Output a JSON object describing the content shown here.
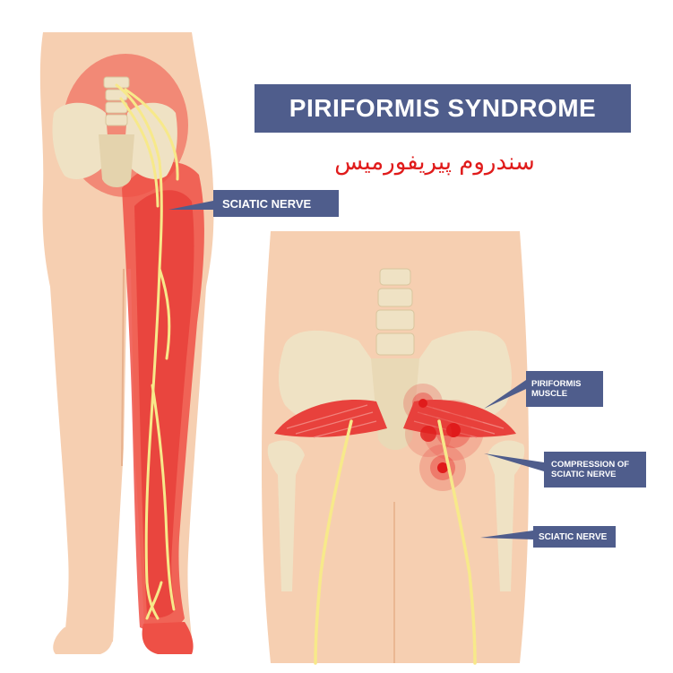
{
  "title": "PIRIFORMIS SYNDROME",
  "subtitle": "سندروم پیریفورمیس",
  "labels": {
    "sciatic_nerve_main": "SCIATIC NERVE",
    "piriformis_muscle_line1": "PIRIFORMIS",
    "piriformis_muscle_line2": "MUSCLE",
    "compression_line1": "COMPRESSION OF",
    "compression_line2": "SCIATIC NERVE",
    "sciatic_nerve_detail": "SCIATIC NERVE"
  },
  "colors": {
    "skin": "#f6cfb1",
    "skin_shadow": "#efbf9c",
    "bone": "#efe2c4",
    "bone_shadow": "#d8c59d",
    "inflammation": "#ee5046",
    "muscle": "#e8413c",
    "nerve": "#f7e98a",
    "label_bg": "#4f5d8c",
    "subtitle": "#e01b1b"
  }
}
